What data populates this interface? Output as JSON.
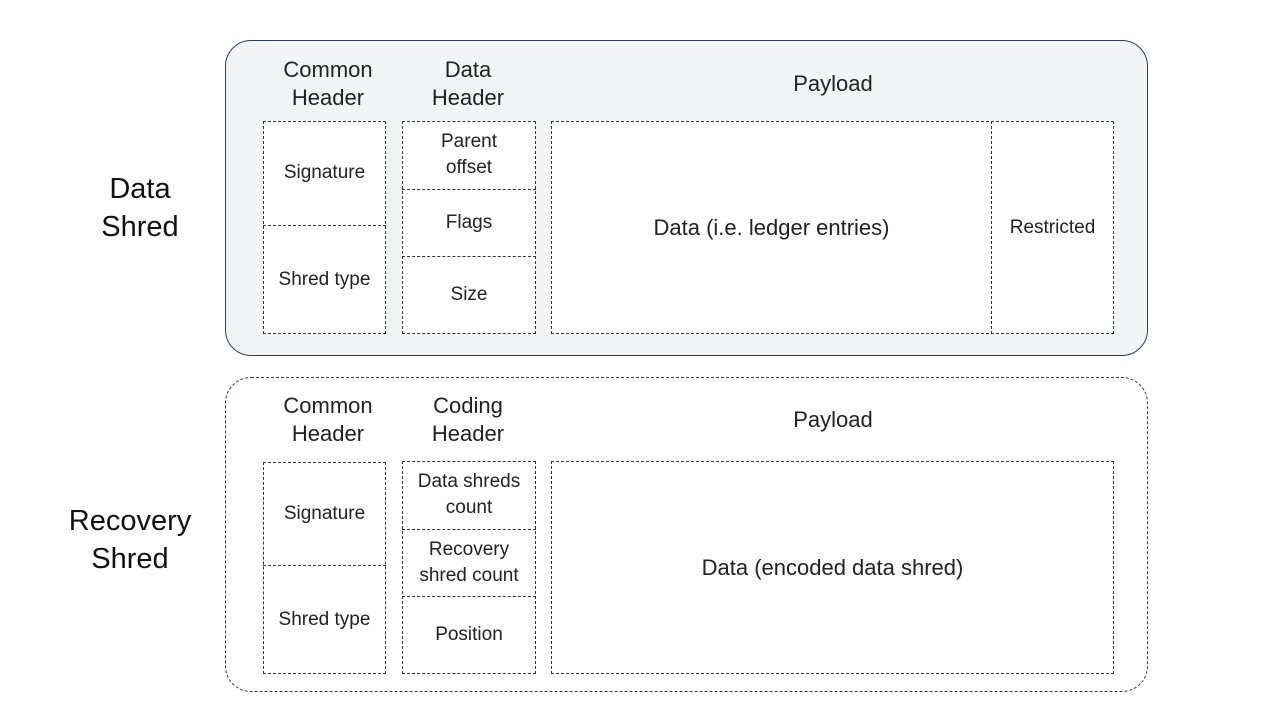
{
  "data_shred": {
    "label": "Data\nShred",
    "common_header": {
      "title": "Common\nHeader",
      "fields": [
        "Signature",
        "Shred type"
      ]
    },
    "data_header": {
      "title": "Data\nHeader",
      "fields": [
        "Parent\noffset",
        "Flags",
        "Size"
      ]
    },
    "payload": {
      "title": "Payload",
      "data": "Data (i.e. ledger entries)",
      "restricted": "Restricted"
    }
  },
  "recovery_shred": {
    "label": "Recovery\nShred",
    "common_header": {
      "title": "Common\nHeader",
      "fields": [
        "Signature",
        "Shred type"
      ]
    },
    "coding_header": {
      "title": "Coding\nHeader",
      "fields": [
        "Data shreds\ncount",
        "Recovery\nshred count",
        "Position"
      ]
    },
    "payload": {
      "title": "Payload",
      "data": "Data (encoded data shred)"
    }
  }
}
